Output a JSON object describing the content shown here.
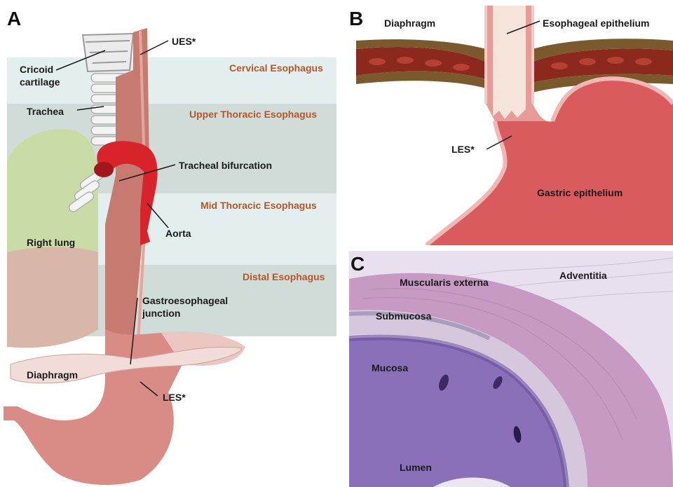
{
  "panels": {
    "a": {
      "letter": "A",
      "regions": [
        "Cervical Esophagus",
        "Upper Thoracic Esophagus",
        "Mid Thoracic Esophagus",
        "Distal Esophagus"
      ],
      "labels": {
        "ues": "UES*",
        "cricoid": "Cricoid cartilage",
        "trachea": "Trachea",
        "tracheal_bifurcation": "Tracheal bifurcation",
        "aorta": "Aorta",
        "right_lung": "Right lung",
        "ge_junction": "Gastroesophageal junction",
        "diaphragm": "Diaphragm",
        "les": "LES*"
      },
      "colors": {
        "region_band_light": "#e3efee",
        "region_band_dark": "#cfdcd8",
        "region_text": "#b5562a",
        "aorta": "#d8232a"
      }
    },
    "b": {
      "letter": "B",
      "labels": {
        "diaphragm": "Diaphragm",
        "esophageal_epithelium": "Esophageal epithelium",
        "les": "LES*",
        "gastric_epithelium": "Gastric epithelium"
      }
    },
    "c": {
      "letter": "C",
      "labels": {
        "adventitia": "Adventitia",
        "muscularis_externa": "Muscularis externa",
        "submucosa": "Submucosa",
        "mucosa": "Mucosa",
        "lumen": "Lumen"
      },
      "colors": {
        "mucosa": "#8a70b8",
        "muscle": "#c79ac4",
        "background": "#e8e0ee"
      }
    }
  }
}
